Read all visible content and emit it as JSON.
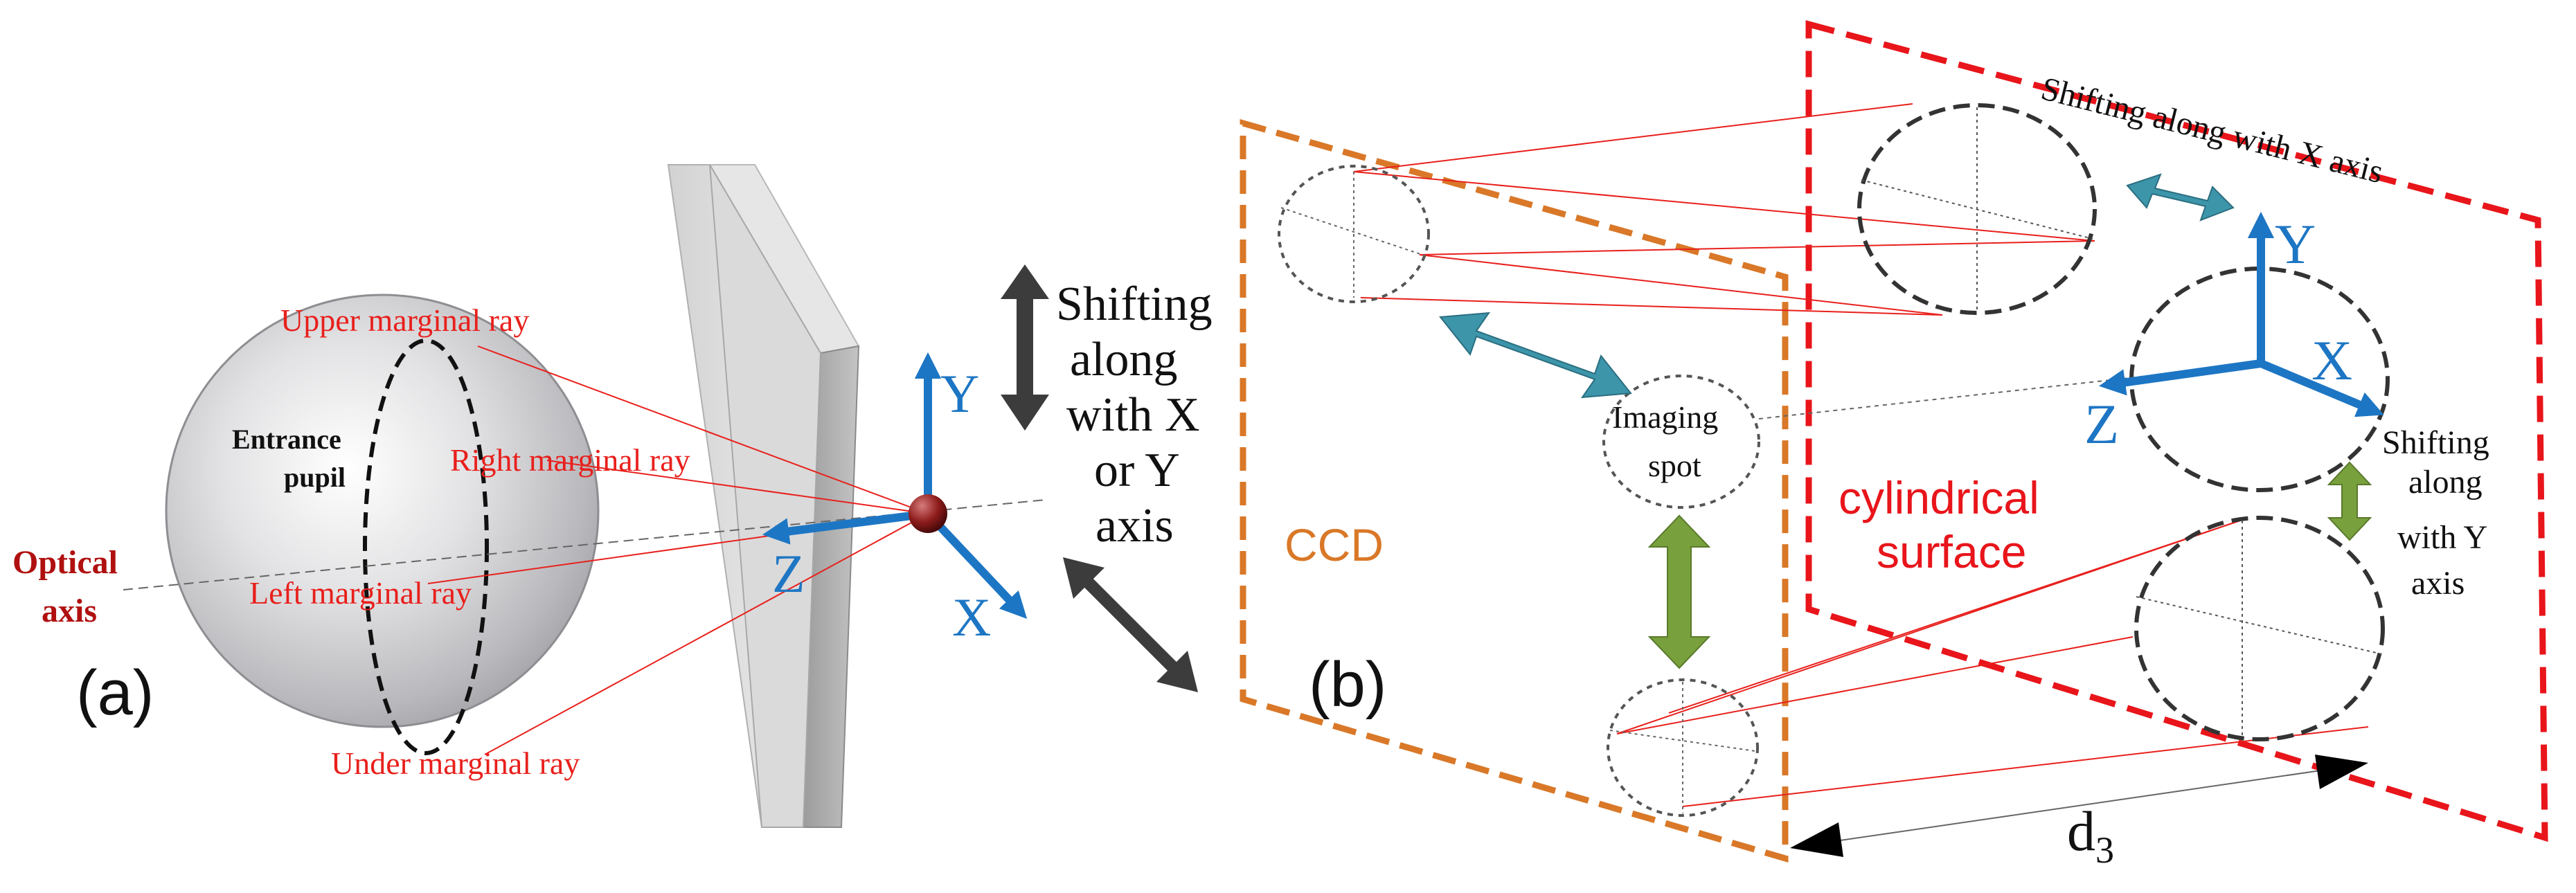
{
  "colors": {
    "ray": "#e8201c",
    "axis_blue": "#1d76c4",
    "ccd_orange": "#d97828",
    "cylinder_red": "#e8151b",
    "teal_arrow": "#3d95aa",
    "green_arrow": "#78a03c",
    "dark_arrow": "#3c3c3c",
    "optical_axis_label": "#b01010"
  },
  "panel_a": {
    "label": "(a)",
    "optical_axis": [
      "Optical",
      "axis"
    ],
    "entrance_pupil": [
      "Entrance",
      "pupil"
    ],
    "rays": {
      "upper": "Upper marginal ray",
      "right": "Right marginal ray",
      "left": "Left marginal ray",
      "under": "Under marginal ray"
    },
    "axes": {
      "x": "X",
      "y": "Y",
      "z": "Z"
    }
  },
  "middle_caption": [
    "Shifting",
    "along",
    "with X",
    "or Y",
    "axis"
  ],
  "panel_b": {
    "label": "(b)",
    "ccd": "CCD",
    "cylindrical_surface": [
      "cylindrical",
      "surface"
    ],
    "imaging_spot": [
      "Imaging",
      "spot"
    ],
    "shift_x_caption": "Shifting along with X axis",
    "shift_y_caption": [
      "Shifting",
      "along",
      "with Y",
      "axis"
    ],
    "axes": {
      "x": "X",
      "y": "Y",
      "z": "Z"
    },
    "distance": {
      "symbol": "d",
      "subscript": "3"
    }
  }
}
